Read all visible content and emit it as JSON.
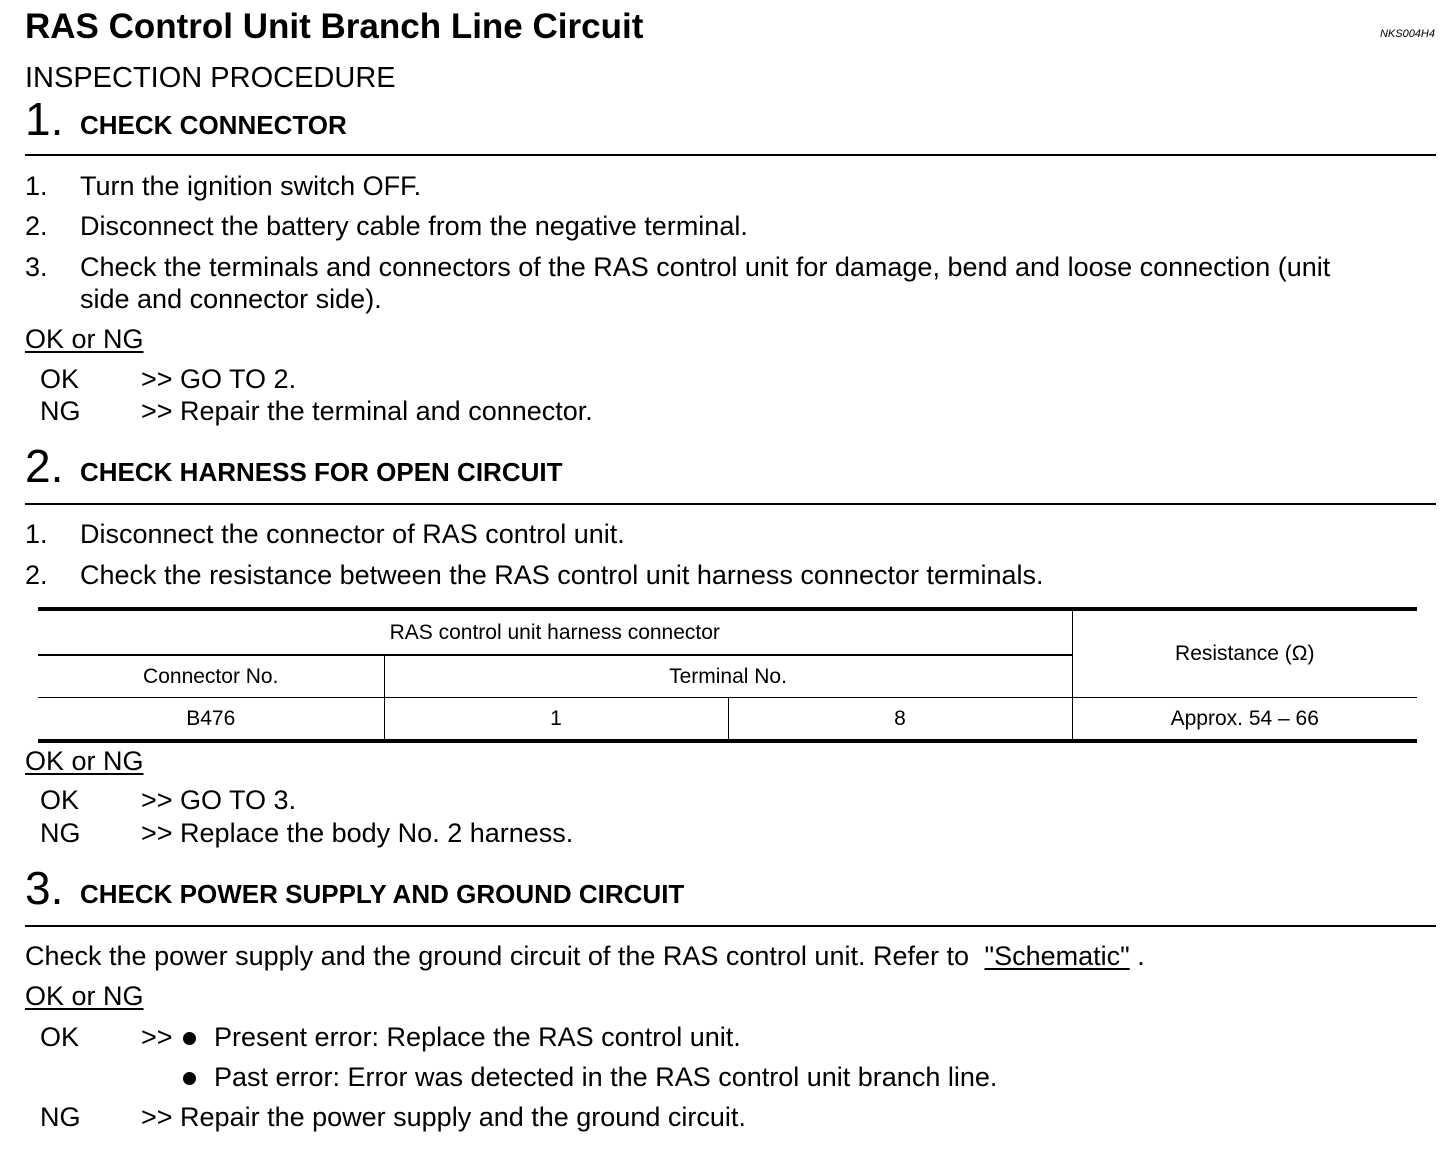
{
  "title": "RAS Control Unit Branch Line Circuit",
  "doc_code": "NKS004H4",
  "subtitle": "INSPECTION PROCEDURE",
  "steps": [
    {
      "num": "1.",
      "heading": "CHECK CONNECTOR",
      "items": [
        "1.",
        "Turn the ignition switch OFF.",
        "2.",
        "Disconnect the battery cable from the negative terminal.",
        "3.",
        "Check the terminals and connectors of the RAS control unit for damage, bend and loose connection (unit",
        "side and connector side)."
      ],
      "ok_ng": "OK or NG",
      "ok": "OK",
      "ok_text": ">> GO TO 2.",
      "ng": "NG",
      "ng_text": ">> Repair the terminal and connector."
    },
    {
      "num": "2.",
      "heading": "CHECK HARNESS FOR OPEN CIRCUIT",
      "items": [
        "1.",
        "Disconnect the connector of RAS control unit.",
        "2.",
        "Check the resistance between the RAS control unit harness connector terminals."
      ],
      "ok_ng": "OK or NG",
      "ok": "OK",
      "ok_text": ">> GO TO 3.",
      "ng": "NG",
      "ng_text": ">> Replace the body No. 2 harness."
    },
    {
      "num": "3.",
      "heading": "CHECK POWER SUPPLY AND GROUND CIRCUIT",
      "text": "Check the power supply and the ground circuit of the RAS control unit. Refer to ",
      "link": "\"Schematic\"",
      "text_end": " .",
      "ok_ng": "OK or NG",
      "ok": "OK",
      "ok_prefix": ">>",
      "ok_bullets": [
        "Present error: Replace the RAS control unit.",
        "Past error: Error was detected in the RAS control unit branch line."
      ],
      "ng": "NG",
      "ng_text": ">> Repair the power supply and the ground circuit."
    }
  ],
  "table": {
    "group_header": "RAS control unit harness connector",
    "resistance_header": "Resistance (Ω)",
    "connector_header": "Connector No.",
    "terminal_header": "Terminal No.",
    "row": {
      "connector": "B476",
      "terminal_a": "1",
      "terminal_b": "8",
      "resistance": "Approx. 54 – 66"
    }
  }
}
